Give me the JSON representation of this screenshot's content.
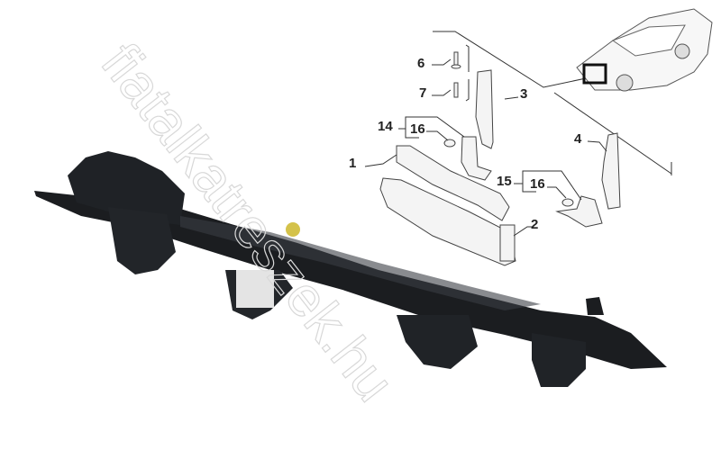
{
  "watermark": "fiatalkatreszek.hu",
  "diagram": {
    "callouts": [
      "6",
      "7",
      "3",
      "14",
      "16",
      "4",
      "1",
      "15",
      "16",
      "2"
    ]
  },
  "colors": {
    "beam": "#1b1d20",
    "beam_highlight": "#3a3e44",
    "label_sticker": "#e8e8e8",
    "cap": "#d4c24a"
  }
}
